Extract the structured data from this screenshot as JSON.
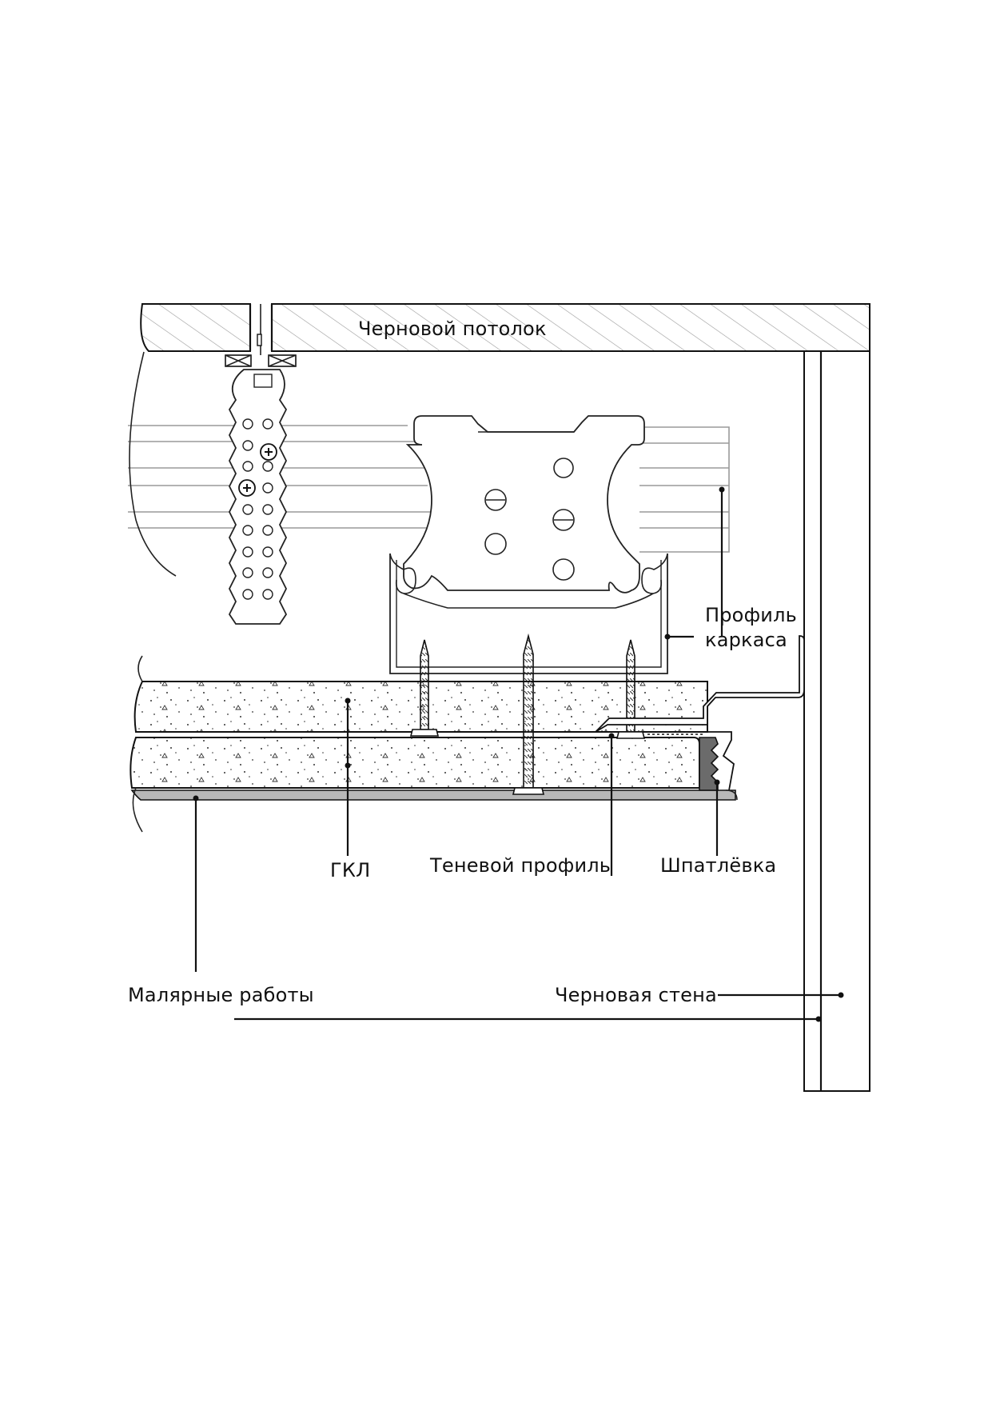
{
  "labels": {
    "ceiling": "Черновой потолок",
    "frame_profile_line1": "Профиль",
    "frame_profile_line2": "каркаса",
    "gkl": "ГКЛ",
    "shadow_profile": "Теневой профиль",
    "putty": "Шпатлёвка",
    "painting": "Малярные работы",
    "wall": "Черновая стена"
  },
  "colors": {
    "line": "#111111",
    "filler": "#6b6b6b",
    "painting_layer": "#b8b8b8",
    "background": "#ffffff"
  }
}
